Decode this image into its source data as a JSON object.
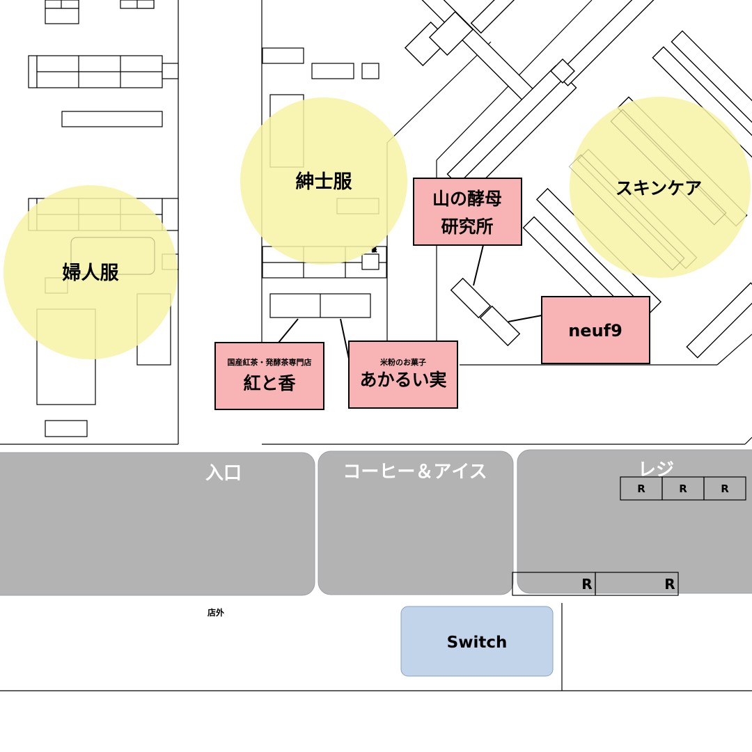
{
  "zones": {
    "womens": "婦人服",
    "mens": "紳士服",
    "skincare": "スキンケア"
  },
  "shops": {
    "yamanokobo": {
      "line1": "山の酵母",
      "line2": "研究所"
    },
    "neuf9": {
      "name": "neuf9"
    },
    "benitoka": {
      "tagline": "国産紅茶・発酵茶専門店",
      "name": "紅と香"
    },
    "akaruimi": {
      "tagline": "米粉のお菓子",
      "name": "あかるい実"
    }
  },
  "areas": {
    "entrance": "入口",
    "coffee": "コーヒー＆アイス",
    "register": "レジ",
    "outside": "店外",
    "switch": "Switch"
  },
  "registers": {
    "small": [
      "R",
      "R",
      "R"
    ],
    "large": [
      "R",
      "R"
    ]
  },
  "fixture_note": "扱",
  "colors": {
    "zone_circle": "#f7f3a6",
    "shop_box": "#f8b4b4",
    "area_gray": "#b3b3b3",
    "switch_box": "#c2d4ea"
  }
}
